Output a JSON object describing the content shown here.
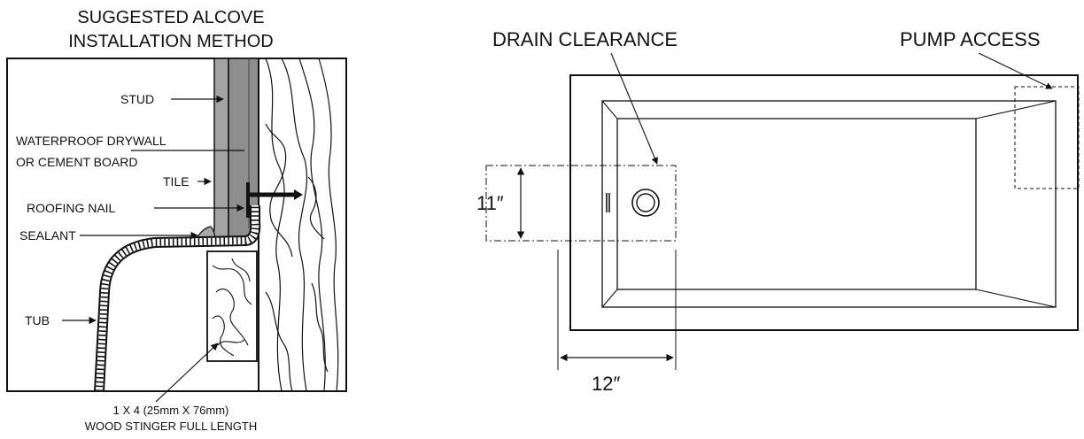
{
  "left_panel": {
    "title_line1": "SUGGESTED ALCOVE",
    "title_line2": "INSTALLATION METHOD",
    "labels": {
      "stud": "STUD",
      "drywall_line1": "WATERPROOF DRYWALL",
      "drywall_line2": "OR CEMENT BOARD",
      "tile": "TILE",
      "nail": "ROOFING NAIL",
      "sealant": "SEALANT",
      "tub": "TUB"
    },
    "caption_line1": "1 X 4 (25mm X 76mm)",
    "caption_line2": "WOOD STINGER FULL LENGTH"
  },
  "right_panel": {
    "drain_label": "DRAIN CLEARANCE",
    "pump_label": "PUMP ACCESS",
    "dim_vertical": "11″",
    "dim_horizontal": "12″"
  },
  "colors": {
    "line": "#111111",
    "stud_gray": "#9a9a9a",
    "drywall_gray": "#7c7c7c",
    "light_gray": "#c8c8c8"
  }
}
